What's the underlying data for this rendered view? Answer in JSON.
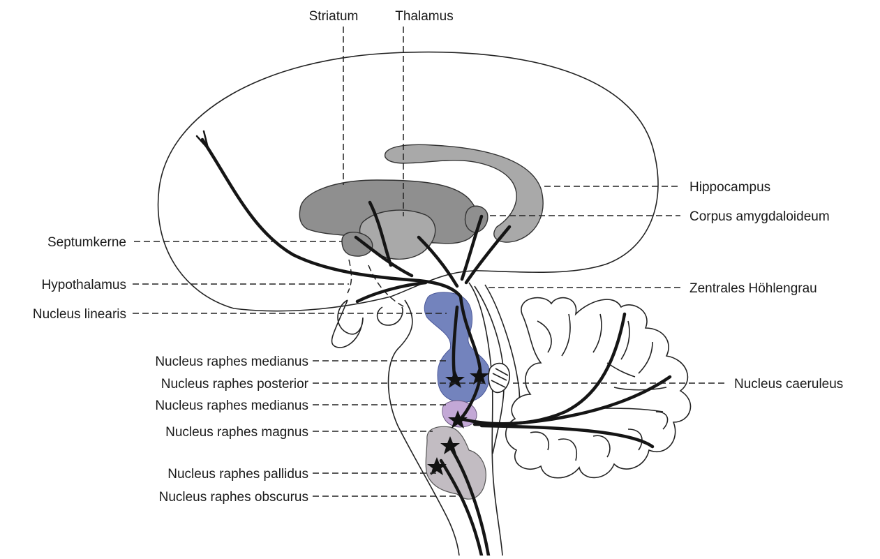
{
  "labels": {
    "striatum": "Striatum",
    "thalamus": "Thalamus",
    "hippocampus": "Hippocampus",
    "corpus_amygdaloideum": "Corpus amygdaloideum",
    "septumkerne": "Septumkerne",
    "hypothalamus": "Hypothalamus",
    "zentrales_hoehlengrau": "Zentrales Höhlengrau",
    "nucleus_linearis": "Nucleus linearis",
    "nucleus_raphes_medianus_1": "Nucleus raphes medianus",
    "nucleus_raphes_posterior": "Nucleus raphes posterior",
    "nucleus_caeruleus": "Nucleus caeruleus",
    "nucleus_raphes_medianus_2": "Nucleus raphes medianus",
    "nucleus_raphes_magnus": "Nucleus raphes magnus",
    "nucleus_raphes_pallidus": "Nucleus raphes pallidus",
    "nucleus_raphes_obscurus": "Nucleus raphes obscurus"
  },
  "colors": {
    "raphe_rostral": "#7383bd",
    "raphe_magnus": "#c3a8d6",
    "raphe_caudal": "#c2bcc2",
    "forebrain_structures": "#a9a9a9"
  }
}
